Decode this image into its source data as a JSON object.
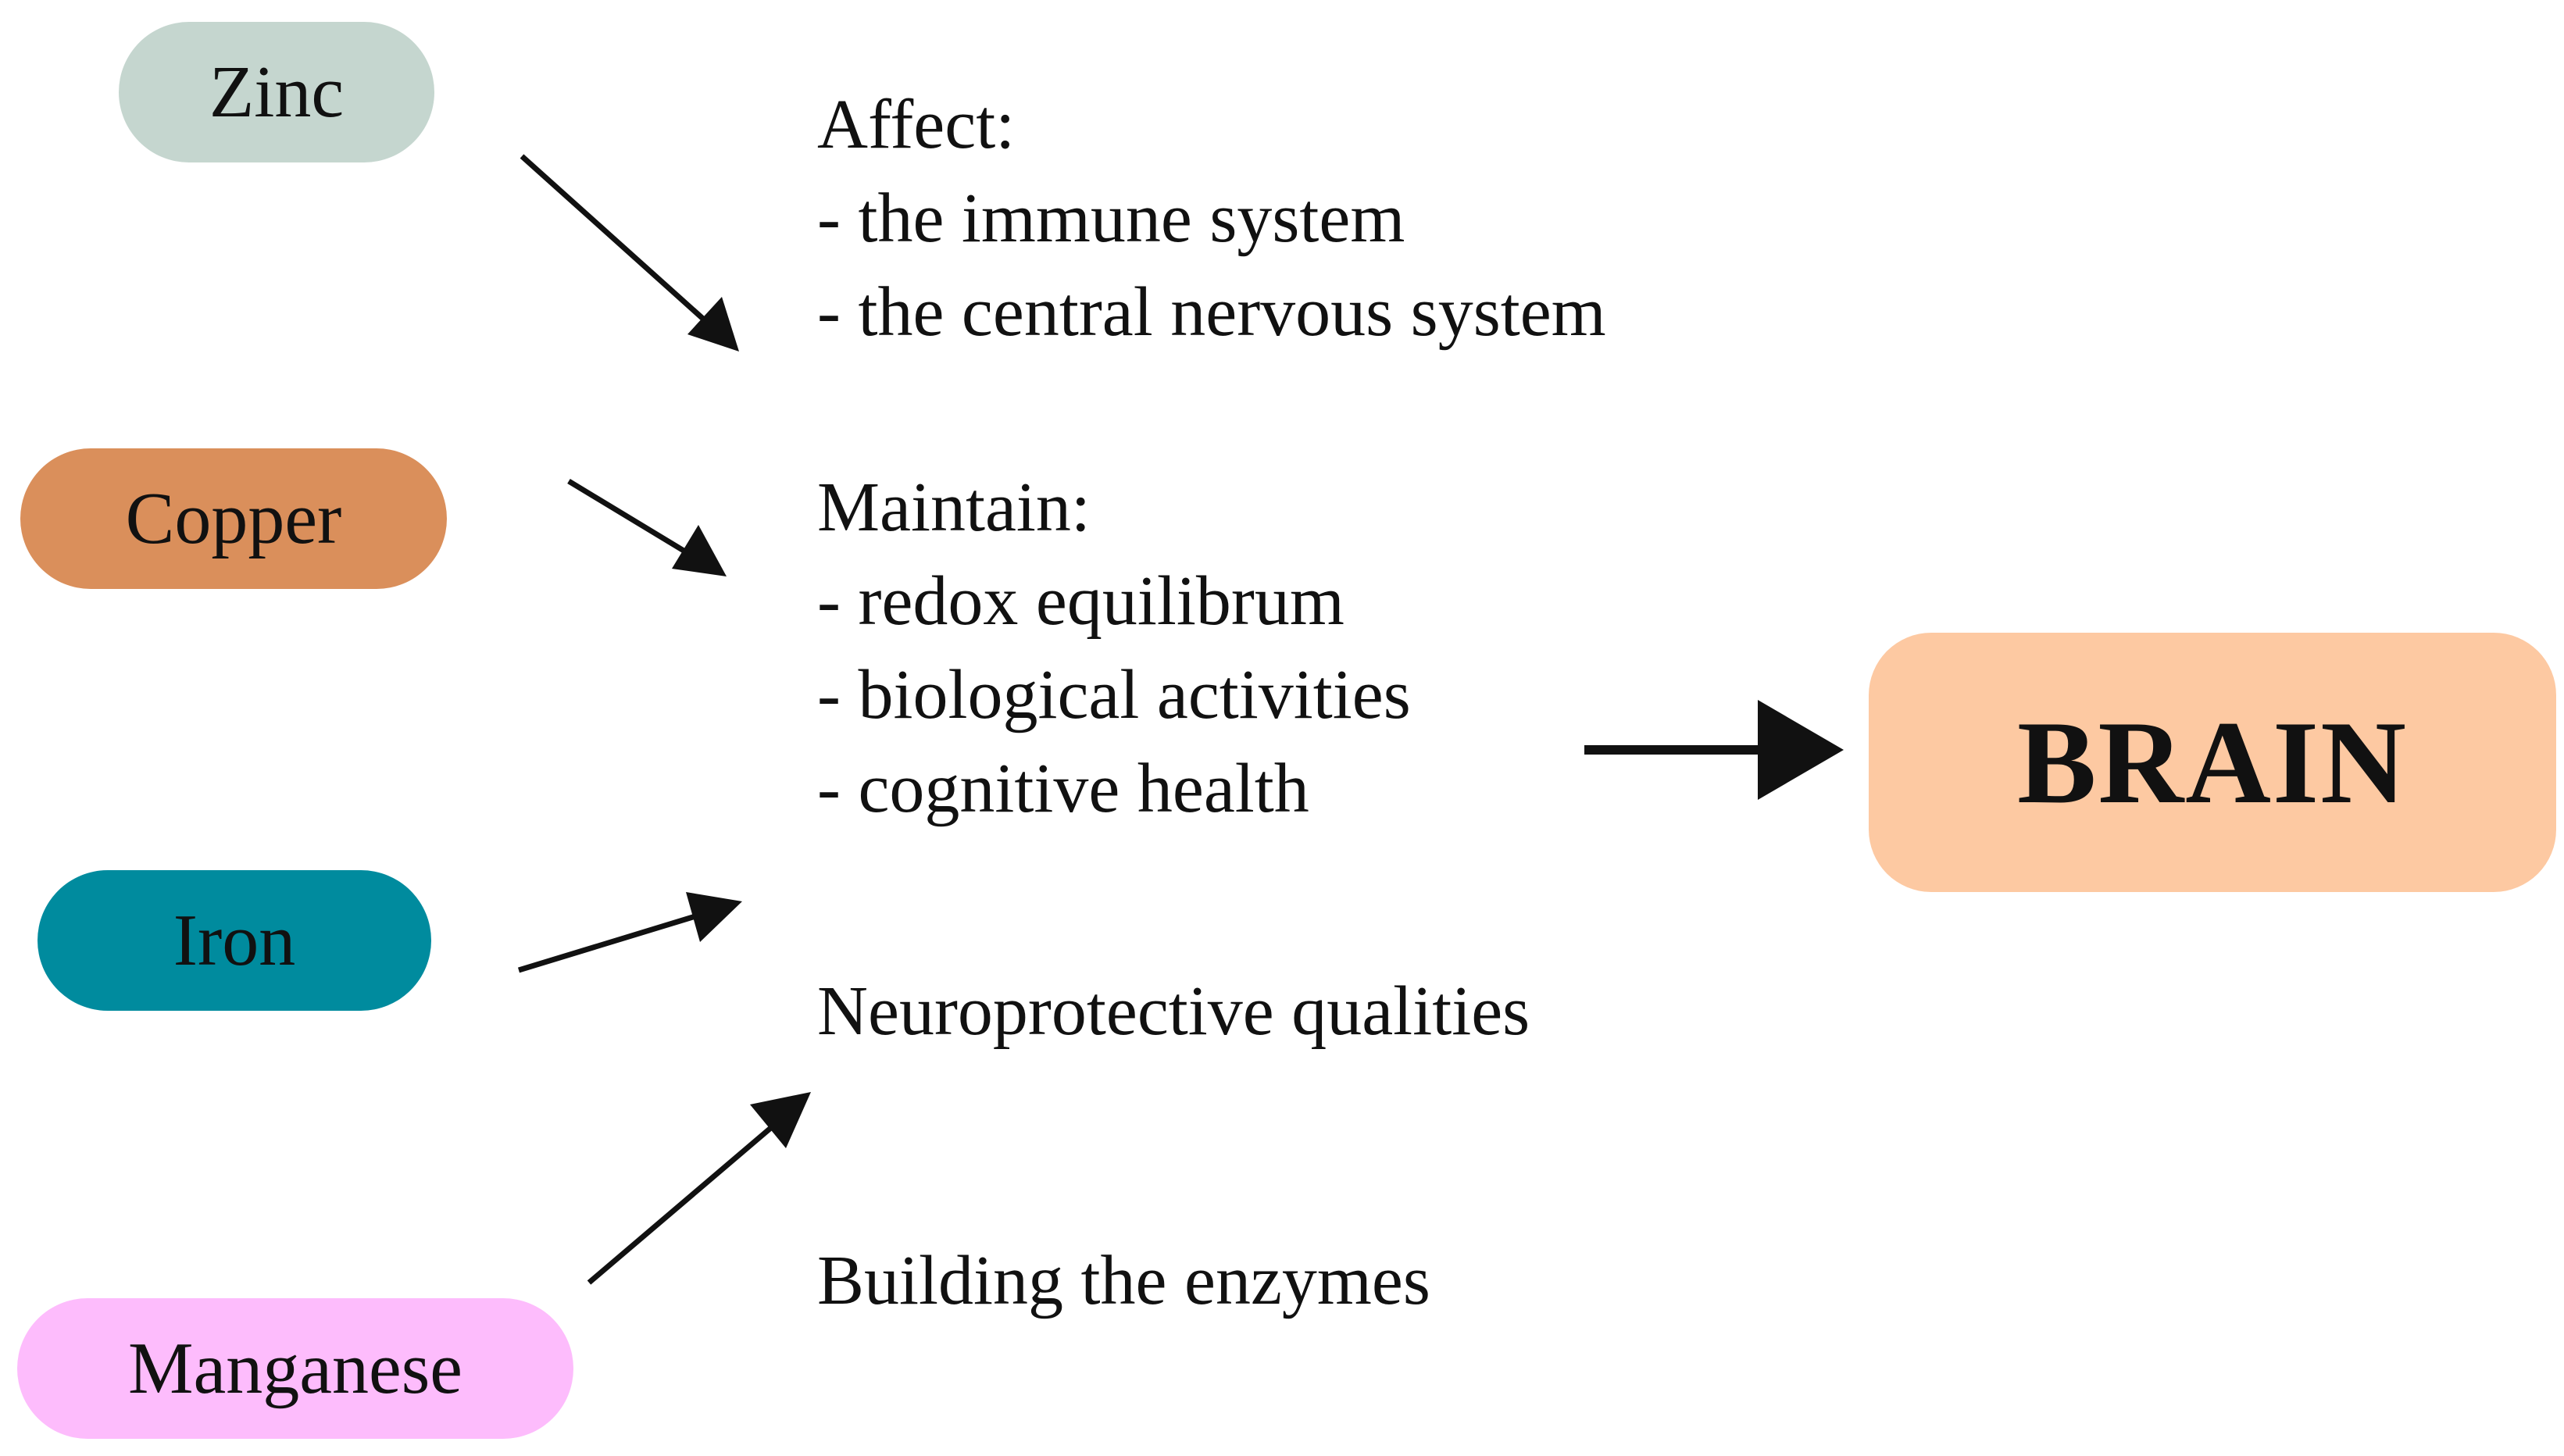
{
  "minerals": {
    "zinc": {
      "label": "Zinc",
      "color": "#c5d6cf"
    },
    "copper": {
      "label": "Copper",
      "color": "#da8f5b"
    },
    "iron": {
      "label": "Iron",
      "color": "#008b9e"
    },
    "manganese": {
      "label": "Manganese",
      "color": "#fdbcfc"
    }
  },
  "affect": {
    "heading": "Affect:",
    "items": [
      "- the immune system",
      "- the central nervous system"
    ]
  },
  "maintain": {
    "heading": "Maintain:",
    "items": [
      "- redox equilibrum",
      "- biological activities",
      "- cognitive health"
    ]
  },
  "neuroprotective": {
    "text": "Neuroprotective qualities"
  },
  "enzymes": {
    "text": "Building the enzymes"
  },
  "brain": {
    "label": "BRAIN",
    "color": "#fdc9a2"
  },
  "arrow_color": "#111111"
}
